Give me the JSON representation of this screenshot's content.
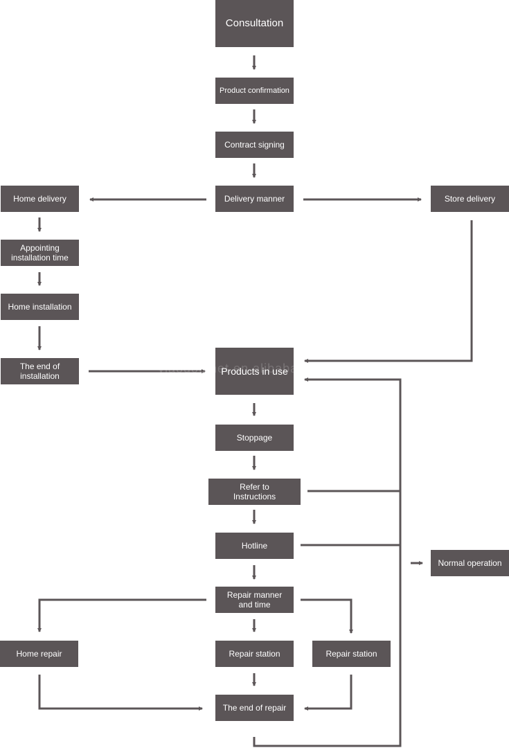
{
  "diagram": {
    "nodes": {
      "consultation": "Consultation",
      "product_confirmation": "Product confirmation",
      "contract_signing": "Contract signing",
      "delivery_manner": "Delivery manner",
      "home_delivery": "Home delivery",
      "store_delivery": "Store delivery",
      "appointing_installation_time": "Appointing installation time",
      "home_installation": "Home installation",
      "end_of_installation": "The end of installation",
      "products_in_use": "Products in use",
      "stoppage": "Stoppage",
      "refer_to_instructions": "Refer to Instructions",
      "hotline": "Hotline",
      "normal_operation": "Normal operation",
      "repair_manner_and_time": "Repair manner and time",
      "home_repair": "Home repair",
      "repair_station_center": "Repair station",
      "repair_station_right": "Repair station",
      "end_of_repair": "The end of repair"
    },
    "watermark": "ylaodoumet.en.alibaba.com"
  },
  "colors": {
    "node_fill": "#5b5557",
    "node_text": "#ffffff",
    "connector": "#5b5557"
  }
}
